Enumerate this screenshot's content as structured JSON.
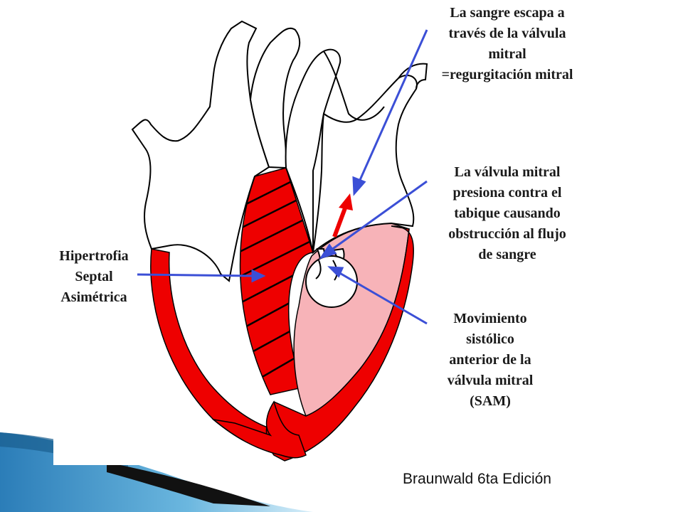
{
  "diagram": {
    "annotations": {
      "regurgitation": "La sangre escapa a\ntravés de la válvula\nmitral\n=regurgitación mitral",
      "obstruction": "La válvula mitral\npresiona contra el\ntabique causando\nobstrucción al flujo\nde sangre",
      "septal_hypertrophy": "Hipertrofia\nSeptal\nAsimétrica",
      "sam": "Movimiento\nsistólico\nanterior de la\nválvula mitral\n(SAM)"
    }
  },
  "footer": {
    "citation": "Braunwald 6ta Edición"
  },
  "colors": {
    "myocardium": "#ee0000",
    "lv_cavity": "#f7b3b8",
    "arrows": "#3b4fd6",
    "flow_arrow": "#ee0000",
    "outline": "#000000",
    "decor_blue": "#1f7fb0"
  }
}
